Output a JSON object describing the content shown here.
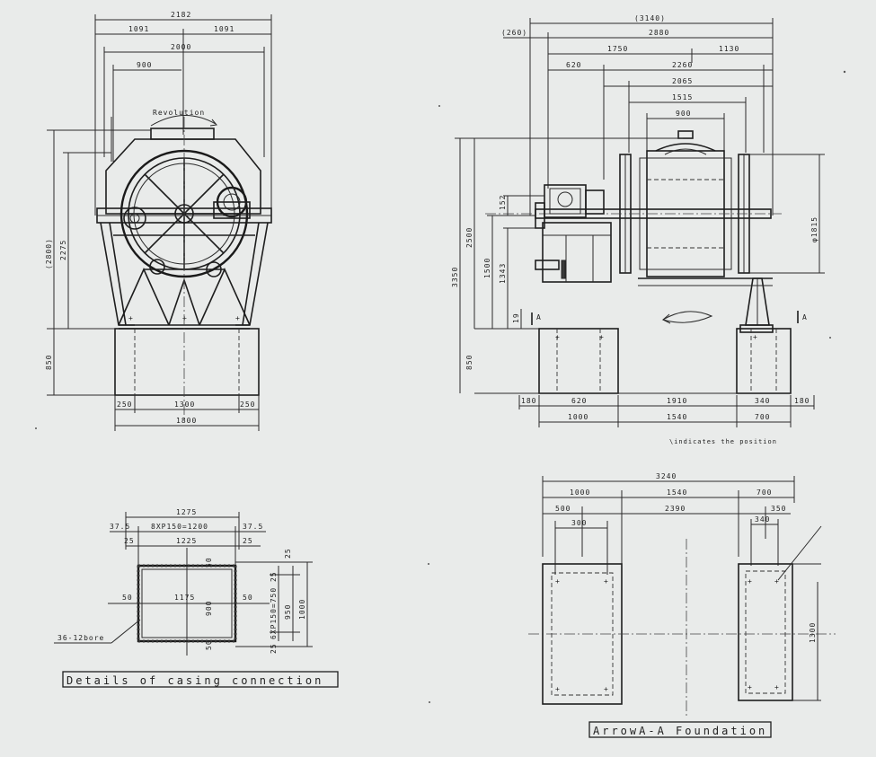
{
  "front_view": {
    "dims": [
      "2182",
      "1091",
      "1091",
      "2000",
      "900",
      "(2800)",
      "2275",
      "850",
      "250",
      "1300",
      "250",
      "1800"
    ],
    "revolution_label": "Revolution"
  },
  "side_view": {
    "dims": [
      "(3140)",
      "(260)",
      "2880",
      "1750",
      "1130",
      "620",
      "2260",
      "2065",
      "1515",
      "900",
      "152",
      "2500",
      "3350",
      "1500",
      "1343",
      "19",
      "850",
      "φ1815",
      "180",
      "620",
      "1910",
      "340",
      "180",
      "1000",
      "1540",
      "700"
    ],
    "arrow_labels": [
      "A",
      "A"
    ],
    "note": "\\indicates the position"
  },
  "casing_detail": {
    "dims": [
      "1275",
      "37.5",
      "8XP150=1200",
      "37.5",
      "25",
      "1225",
      "25",
      "50",
      "50",
      "1175",
      "50",
      "900",
      "50",
      "25",
      "25",
      "25",
      "6XP150=750",
      "950",
      "1000"
    ],
    "bore_label": "36-12bore",
    "caption": "Details of casing connection"
  },
  "foundation": {
    "dims": [
      "3240",
      "1000",
      "1540",
      "700",
      "500",
      "2390",
      "350",
      "300",
      "340",
      "1300"
    ],
    "caption": "ArrowA-A Foundation"
  }
}
